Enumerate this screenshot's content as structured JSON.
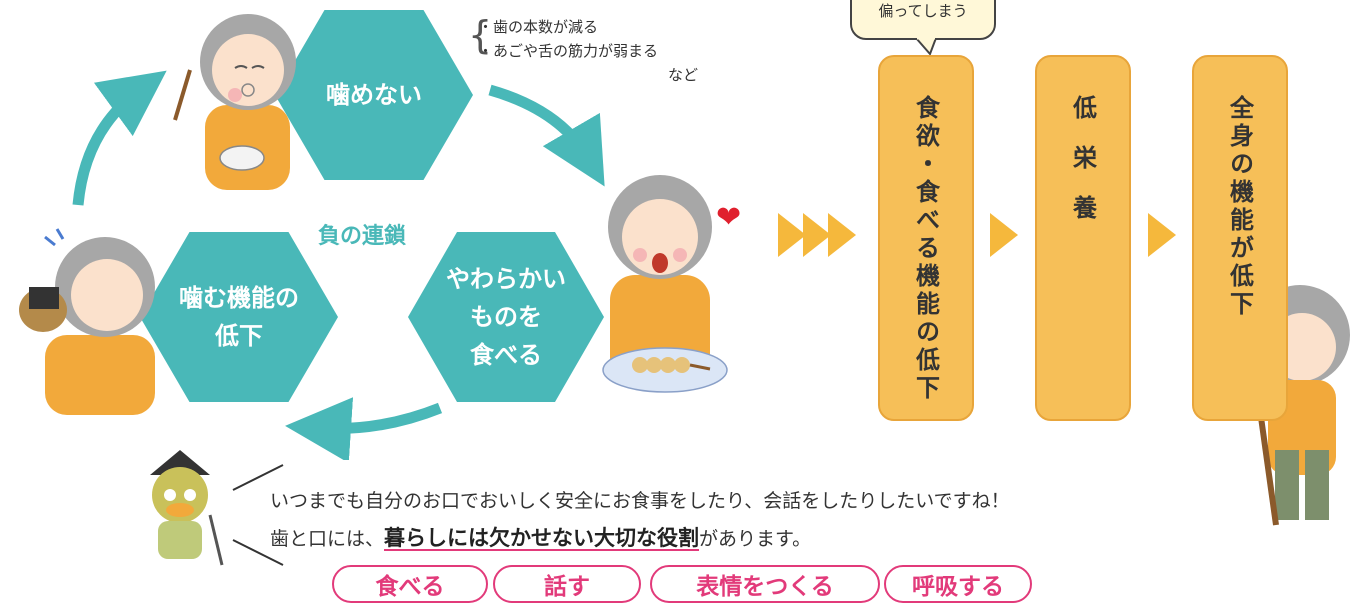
{
  "cycle": {
    "title": "負の連鎖",
    "nodes": [
      {
        "lines": [
          "噛めない"
        ]
      },
      {
        "lines": [
          "やわらかい",
          "ものを",
          "食べる"
        ]
      },
      {
        "lines": [
          "噛む機能の",
          "低下"
        ]
      }
    ],
    "note": {
      "items": [
        "・歯の本数が減る",
        "・あごや舌の筋力が弱まる"
      ],
      "suffix": "など"
    }
  },
  "callout": {
    "line1": "",
    "line2": "偏ってしまう"
  },
  "chain": {
    "boxes": [
      "食欲・食べる機能の低下",
      "低栄養",
      "全身の機能が低下"
    ]
  },
  "message": {
    "line1": "いつまでも自分のお口でおいしく安全にお食事をしたり、会話をしたりしたいですね！",
    "line2_prefix": "歯と口には、",
    "line2_emphasis": "暮らしには欠かせない大切な役割",
    "line2_suffix": "があります。"
  },
  "roles": [
    "食べる",
    "話す",
    "表情をつくる",
    "呼吸する"
  ],
  "colors": {
    "teal": "#49b8b8",
    "orange": "#f6bf58",
    "pink": "#e23a7a",
    "heart": "#e0202e"
  }
}
